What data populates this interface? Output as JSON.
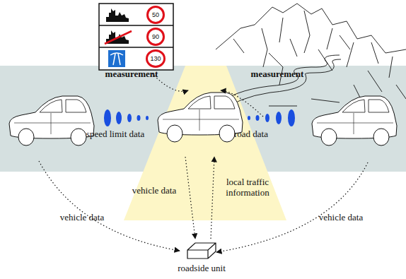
{
  "diagram": {
    "nodes": [
      {
        "text": [
          "50"
        ]
      },
      {
        "text": [
          "90"
        ]
      },
      {
        "text": [
          "130"
        ]
      },
      {
        "text": [
          "roadside unit"
        ]
      }
    ],
    "labels": [
      "speed limit data",
      "road data",
      "measurement",
      "measurement",
      "vehicle data",
      "local traffic information",
      "vehicle data",
      "vehicle data"
    ]
  }
}
